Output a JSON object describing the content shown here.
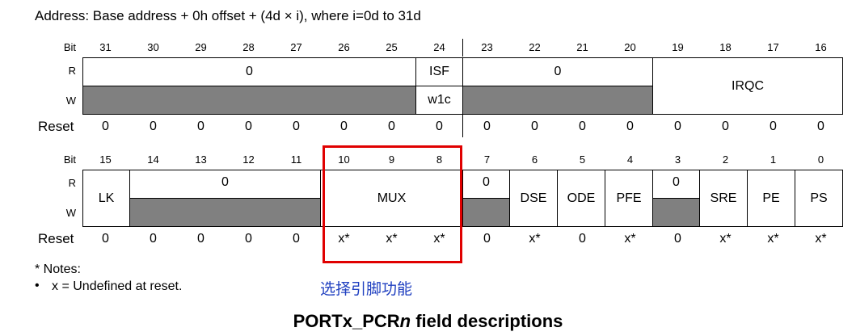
{
  "address_line": "Address: Base address + 0h offset + (4d × i), where i=0d to 31d",
  "labels": {
    "bit": "Bit",
    "r": "R",
    "w": "W",
    "reset": "Reset"
  },
  "upper": {
    "bits": [
      "31",
      "30",
      "29",
      "28",
      "27",
      "26",
      "25",
      "24",
      "23",
      "22",
      "21",
      "20",
      "19",
      "18",
      "17",
      "16"
    ],
    "fields": {
      "reserved_high": "0",
      "isf_r": "ISF",
      "isf_w": "w1c",
      "reserved_mid": "0",
      "irqc": "IRQC"
    },
    "reset": [
      "0",
      "0",
      "0",
      "0",
      "0",
      "0",
      "0",
      "0",
      "0",
      "0",
      "0",
      "0",
      "0",
      "0",
      "0",
      "0"
    ]
  },
  "lower": {
    "bits": [
      "15",
      "14",
      "13",
      "12",
      "11",
      "10",
      "9",
      "8",
      "7",
      "6",
      "5",
      "4",
      "3",
      "2",
      "1",
      "0"
    ],
    "fields": {
      "lk": "LK",
      "reserved_a": "0",
      "mux": "MUX",
      "reserved_b": "0",
      "dse": "DSE",
      "ode": "ODE",
      "pfe": "PFE",
      "reserved_c": "0",
      "sre": "SRE",
      "pe": "PE",
      "ps": "PS"
    },
    "reset": [
      "0",
      "0",
      "0",
      "0",
      "0",
      "x*",
      "x*",
      "x*",
      "0",
      "x*",
      "0",
      "x*",
      "0",
      "x*",
      "x*",
      "x*"
    ]
  },
  "notes": {
    "title": "* Notes:",
    "bullet": "•",
    "item": "x = Undefined at reset."
  },
  "annotation": "选择引脚功能",
  "caption": {
    "prefix": "PORTx_PCR",
    "italic": "n",
    "suffix": " field descriptions"
  },
  "colors": {
    "reserved_fill": "#808080",
    "highlight": "#e00000",
    "annotation": "#1f3fc0"
  }
}
